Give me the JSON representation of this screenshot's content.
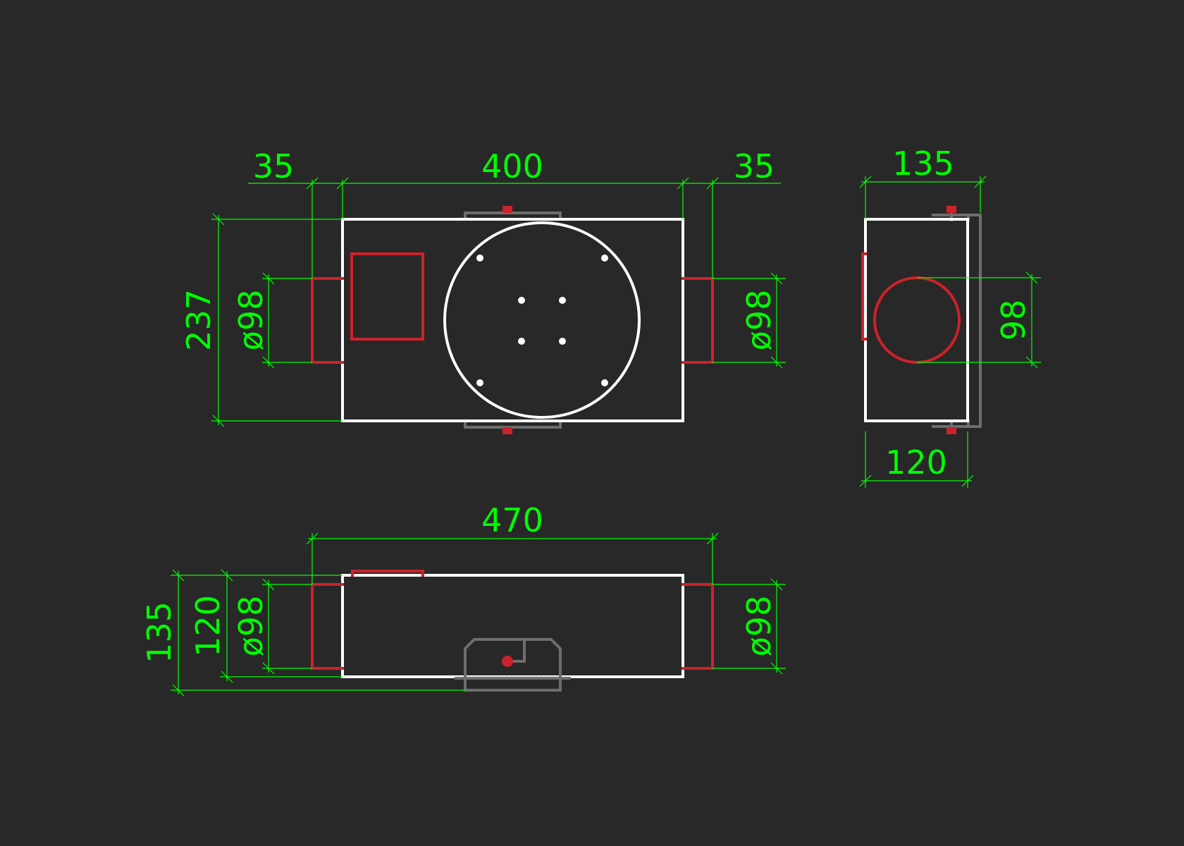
{
  "colors": {
    "background": "#282828",
    "outline": "#ffffff",
    "spigot": "#cc2229",
    "bracket": "#6e6e6e",
    "dimension": "#00ff00"
  },
  "front_view": {
    "dim_spigot_left": "35",
    "dim_body_width": "400",
    "dim_spigot_right": "35",
    "dim_body_height": "237",
    "dim_spigot_left_dia": "ø98",
    "dim_spigot_right_dia": "ø98"
  },
  "side_view": {
    "dim_overall_depth": "135",
    "dim_body_depth": "120",
    "dim_spigot_dia": "98"
  },
  "bottom_view": {
    "dim_overall_length": "470",
    "dim_overall_height": "135",
    "dim_body_height": "120",
    "dim_spigot_left_dia": "ø98",
    "dim_spigot_right_dia": "ø98"
  }
}
